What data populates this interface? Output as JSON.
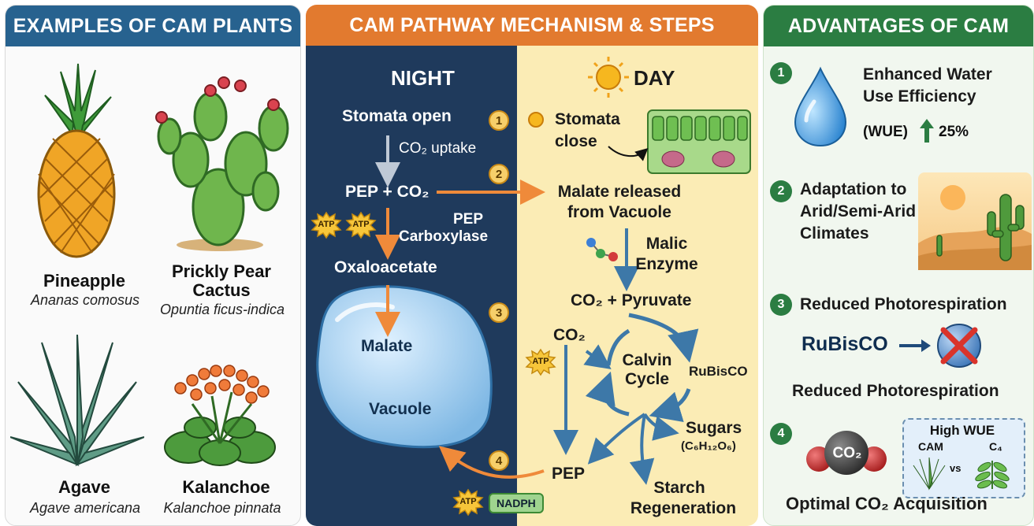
{
  "panels": {
    "examples": {
      "title": "EXAMPLES OF CAM PLANTS",
      "plants": [
        {
          "name": "Pineapple",
          "scientific": "Ananas comosus"
        },
        {
          "name": "Prickly Pear Cactus",
          "scientific": "Opuntia ficus-indica"
        },
        {
          "name": "Agave",
          "scientific": "Agave americana"
        },
        {
          "name": "Kalanchoe",
          "scientific": "Kalanchoe pinnata"
        }
      ]
    },
    "mechanism": {
      "title": "CAM PATHWAY MECHANISM & STEPS",
      "night": {
        "label": "NIGHT",
        "stomata_open": "Stomata open",
        "co2_uptake": "CO₂ uptake",
        "pep_co2": "PEP + CO₂",
        "pep_carboxylase_1": "PEP",
        "pep_carboxylase_2": "Carboxylase",
        "oxaloacetate": "Oxaloacetate",
        "malate": "Malate",
        "vacuole": "Vacuole"
      },
      "day": {
        "label": "DAY",
        "stomata_close_1": "Stomata",
        "stomata_close_2": "close",
        "malate_released_1": "Malate released",
        "malate_released_2": "from Vacuole",
        "malic_enzyme_1": "Malic",
        "malic_enzyme_2": "Enzyme",
        "co2_pyruvate": "CO₂ + Pyruvate",
        "co2": "CO₂",
        "calvin_1": "Calvin",
        "calvin_2": "Cycle",
        "rubisco": "RuBisCO",
        "sugars": "Sugars",
        "sugars_formula": "(C₆H₁₂O₆)",
        "pep": "PEP",
        "starch_1": "Starch",
        "starch_2": "Regeneration"
      },
      "atp": "ATP",
      "nadph": "NADPH",
      "steps": [
        "1",
        "2",
        "3",
        "4"
      ]
    },
    "advantages": {
      "title": "ADVANTAGES OF CAM",
      "items": [
        {
          "num": "1",
          "line1": "Enhanced Water",
          "line2": "Use Efficiency",
          "detail_prefix": "(WUE)",
          "detail_value": "25%"
        },
        {
          "num": "2",
          "line1": "Adaptation to",
          "line2": "Arid/Semi-Arid",
          "line3": "Climates"
        },
        {
          "num": "3",
          "line1": "Reduced Photorespiration",
          "rubisco": "RuBisCO",
          "caption": "Reduced Photorespiration"
        },
        {
          "num": "4",
          "co2_label": "CO₂",
          "box_title": "High WUE",
          "cam": "CAM",
          "vs": "vs",
          "c4": "C₄",
          "caption": "Optimal CO₂ Acquisition"
        }
      ]
    }
  },
  "colors": {
    "examples_header": "#27628f",
    "mechanism_header": "#e27a2f",
    "advantages_header": "#2b7d42",
    "night_bg": "#1f3a5c",
    "day_bg": "#fbecb5",
    "arrow_orange": "#ef8a3a",
    "arrow_blue": "#3d78a8"
  }
}
